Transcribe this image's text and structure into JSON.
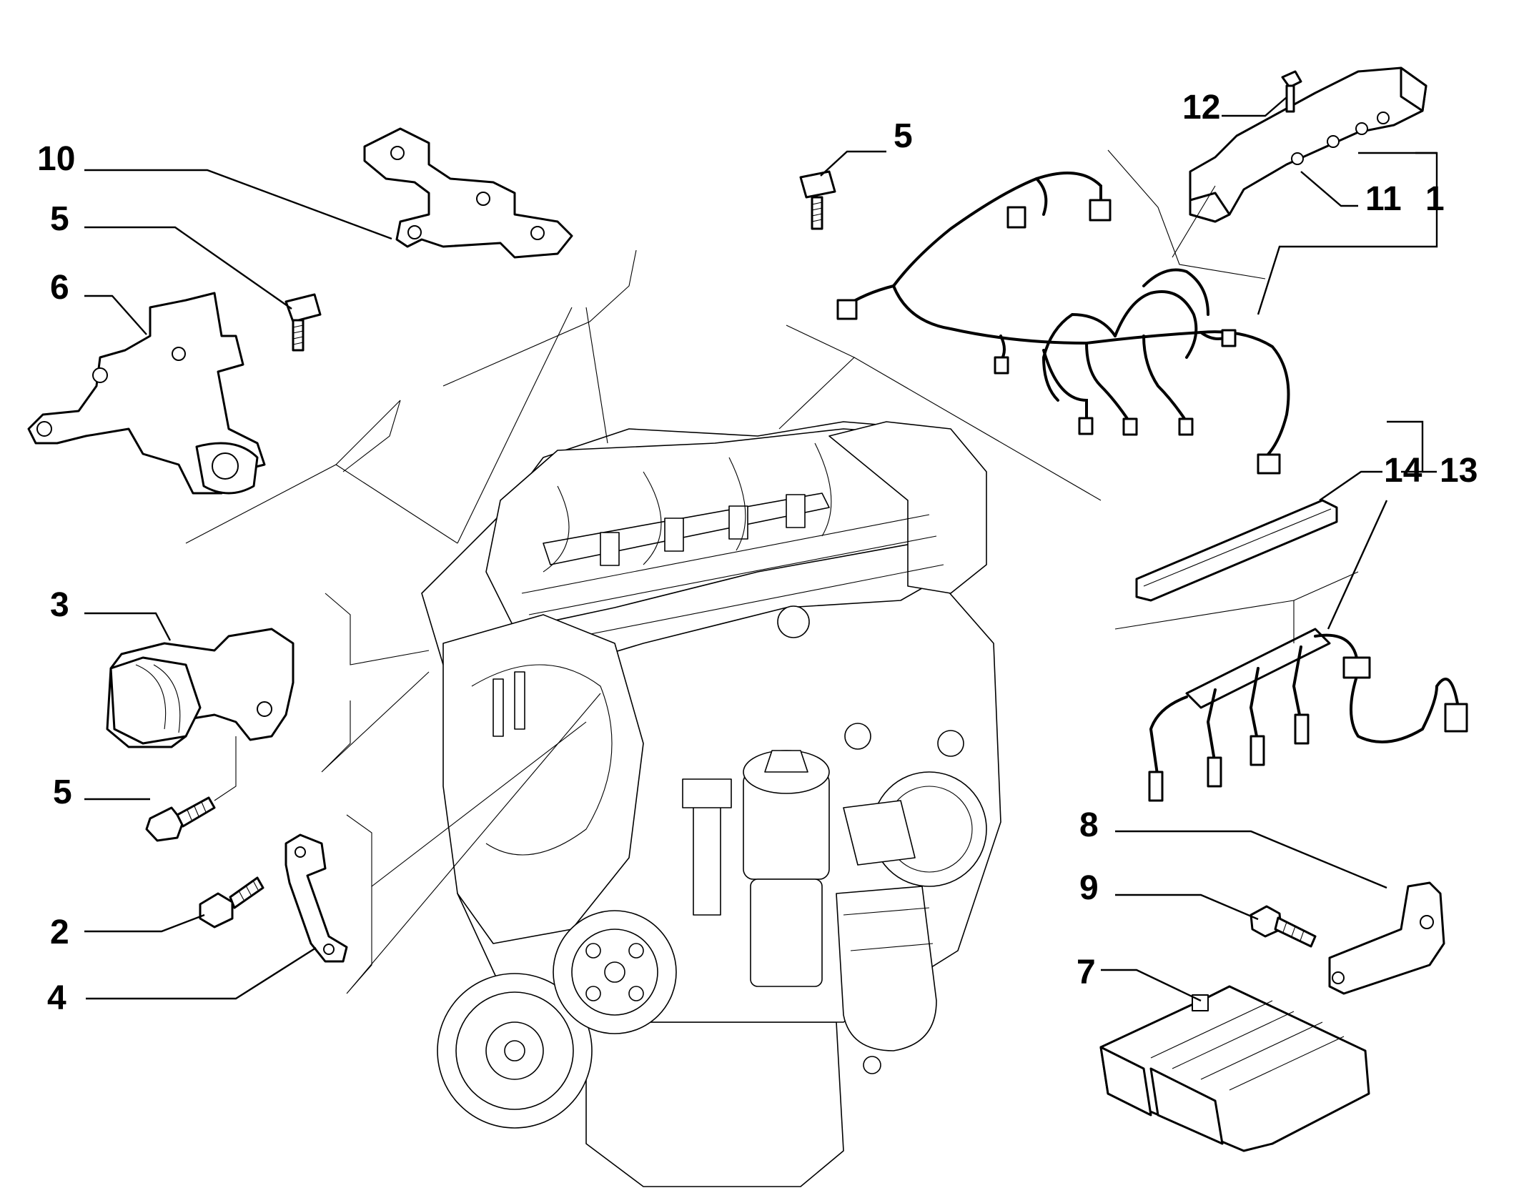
{
  "diagram": {
    "background": "#ffffff",
    "line_color": "#000000",
    "callouts": [
      {
        "id": "1",
        "label": "1"
      },
      {
        "id": "2",
        "label": "2"
      },
      {
        "id": "3",
        "label": "3"
      },
      {
        "id": "4",
        "label": "4"
      },
      {
        "id": "5a",
        "label": "5"
      },
      {
        "id": "5b",
        "label": "5"
      },
      {
        "id": "5c",
        "label": "5"
      },
      {
        "id": "6",
        "label": "6"
      },
      {
        "id": "7",
        "label": "7"
      },
      {
        "id": "8",
        "label": "8"
      },
      {
        "id": "9",
        "label": "9"
      },
      {
        "id": "10",
        "label": "10"
      },
      {
        "id": "11",
        "label": "11"
      },
      {
        "id": "12",
        "label": "12"
      },
      {
        "id": "13",
        "label": "13"
      },
      {
        "id": "14",
        "label": "14"
      }
    ]
  }
}
